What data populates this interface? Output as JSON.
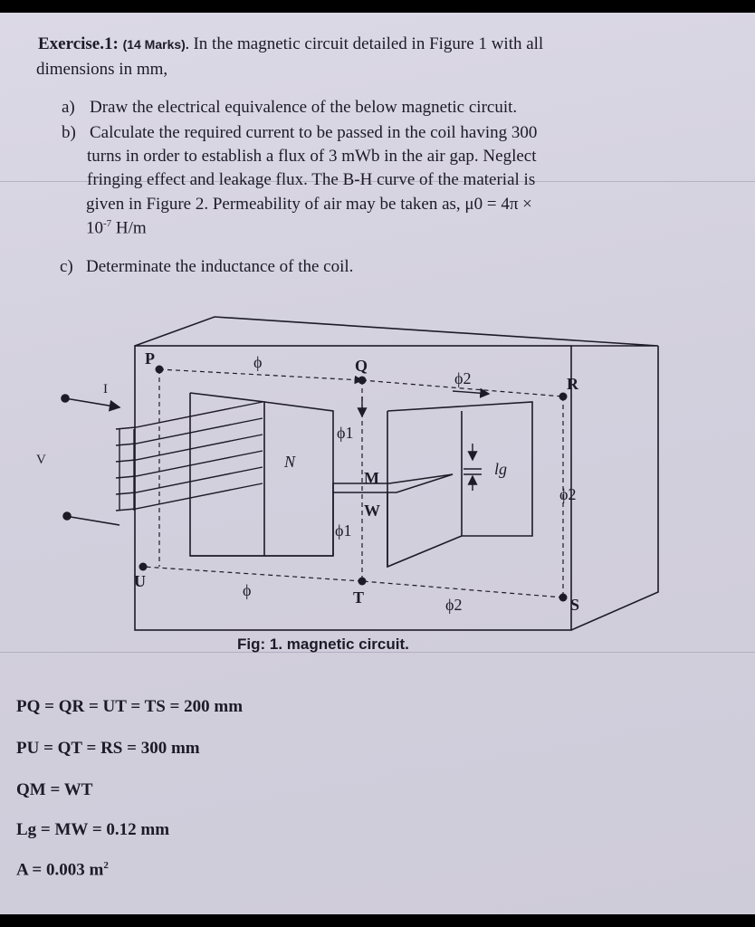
{
  "header": {
    "title": "Exercise.1:",
    "marks": "(14 Marks).",
    "intro_1": "In the magnetic circuit detailed in Figure 1 with all",
    "intro_2": "dimensions in mm,"
  },
  "questions": {
    "a_label": "a)",
    "a_text": "Draw the electrical equivalence of the below magnetic circuit.",
    "b_label": "b)",
    "b_line1": "Calculate the required current to be passed in the coil having 300",
    "b_line2": "turns in order to establish a flux of 3 mWb in the air gap. Neglect",
    "b_line3": "fringing effect and leakage flux. The B-H curve of the material is",
    "b_line4": "given in Figure 2. Permeability of air may be taken as, μ0 = 4π ×",
    "b_line5_base": "10",
    "b_line5_exp": "-7",
    "b_line5_unit": " H/m",
    "c_label": "c)",
    "c_text": "Determinate the inductance of the coil."
  },
  "figure": {
    "labels": {
      "P": "P",
      "Q": "Q",
      "R": "R",
      "S": "S",
      "T": "T",
      "U": "U",
      "M": "M",
      "W": "W",
      "N": "N",
      "I": "I",
      "V": "V",
      "phi_top": "ϕ",
      "phi_bottom": "ϕ",
      "phi2_top": "ϕ2",
      "phi2_right": "ϕ2",
      "phi2_bottom": "ϕ2",
      "phi1_upper": "ϕ1",
      "phi1_lower": "ϕ1",
      "lg": "lg"
    },
    "caption": "Fig: 1. magnetic circuit."
  },
  "dimensions": {
    "d1": "PQ = QR = UT = TS = 200 mm",
    "d2": "PU = QT = RS = 300 mm",
    "d3": "QM = WT",
    "d4": "Lg = MW = 0.12 mm",
    "d5_base": "A = 0.003 m",
    "d5_exp": "2"
  }
}
